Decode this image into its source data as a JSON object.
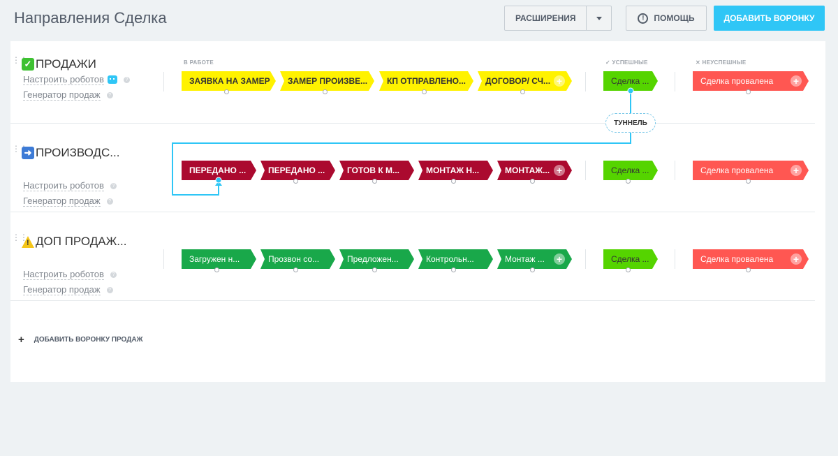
{
  "header": {
    "title": "Направления Сделка",
    "extensions_label": "РАСШИРЕНИЯ",
    "help_label": "ПОМОЩЬ",
    "add_funnel_label": "ДОБАВИТЬ ВОРОНКУ"
  },
  "section_labels": {
    "in_progress": "В РАБОТЕ",
    "success": "УСПЕШНЫЕ",
    "failure": "НЕУСПЕШНЫЕ"
  },
  "funnels": [
    {
      "name": "ПРОДАЖИ",
      "robots_label": "Настроить роботов",
      "generator_label": "Генератор продаж",
      "stages": [
        "ЗАЯВКА НА ЗАМЕР",
        "ЗАМЕР ПРОИЗВЕ...",
        "КП ОТПРАВЛЕНО...",
        "ДОГОВОР/ СЧ..."
      ],
      "success_stage": "Сделка ...",
      "fail_stage": "Сделка провалена"
    },
    {
      "name": "ПРОИЗВОДС...",
      "robots_label": "Настроить роботов",
      "generator_label": "Генератор продаж",
      "stages": [
        "ПЕРЕДАНО ...",
        "ПЕРЕДАНО ...",
        "ГОТОВ К М...",
        "МОНТАЖ Н...",
        "МОНТАЖ..."
      ],
      "success_stage": "Сделка ...",
      "fail_stage": "Сделка провалена"
    },
    {
      "name": "ДОП ПРОДАЖ...",
      "robots_label": "Настроить роботов",
      "generator_label": "Генератор продаж",
      "stages": [
        "Загружен н...",
        "Прозвон со...",
        "Предложен...",
        "Контрольн...",
        "Монтаж ..."
      ],
      "success_stage": "Сделка ...",
      "fail_stage": "Сделка провалена"
    }
  ],
  "tunnel_label": "ТУННЕЛЬ",
  "add_sales_funnel_label": "ДОБАВИТЬ ВОРОНКУ ПРОДАЖ",
  "colors": {
    "accent": "#2fc6f6",
    "stage_yellow": "#fff200",
    "stage_red": "#ab0a2f",
    "stage_green": "#19a84a",
    "success": "#55d400",
    "failure": "#ff5752"
  }
}
